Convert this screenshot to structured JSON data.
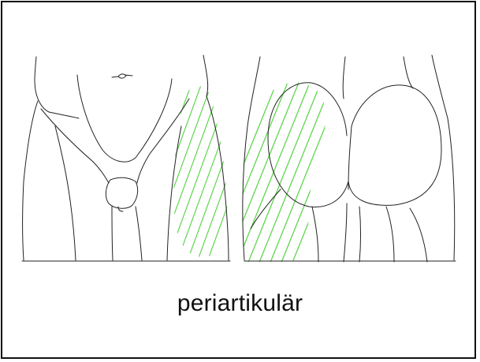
{
  "caption": "periartikulär",
  "colors": {
    "outline": "#222222",
    "hatch": "#4fd23c",
    "frame": "#111111",
    "background": "#ffffff"
  },
  "views": [
    {
      "id": "front",
      "hatched_region": "right-lateral-thigh"
    },
    {
      "id": "back",
      "hatched_region": "left-buttock-and-thigh"
    }
  ]
}
